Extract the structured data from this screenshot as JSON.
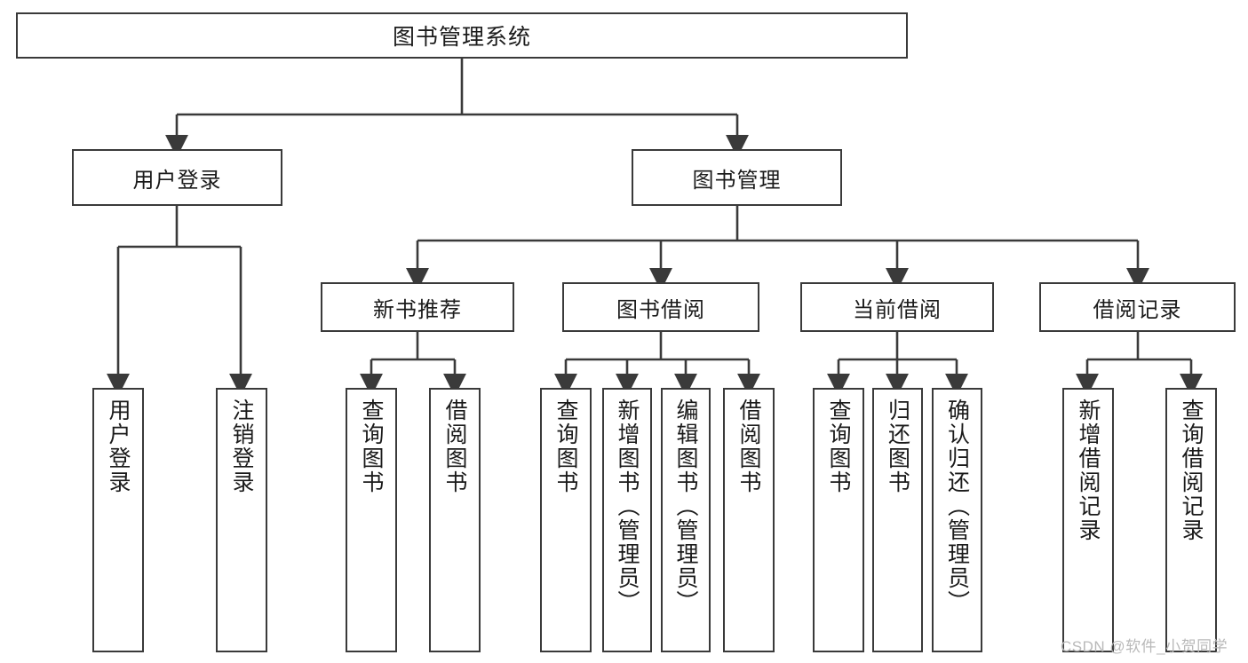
{
  "diagram": {
    "type": "tree",
    "title": "图书管理系统",
    "root": {
      "label": "图书管理系统"
    },
    "level2": [
      {
        "label": "用户登录"
      },
      {
        "label": "图书管理"
      }
    ],
    "level3": [
      {
        "label": "新书推荐"
      },
      {
        "label": "图书借阅"
      },
      {
        "label": "当前借阅"
      },
      {
        "label": "借阅记录"
      }
    ],
    "leaves": {
      "user_login": [
        {
          "label": "用户登录"
        },
        {
          "label": "注销登录"
        }
      ],
      "new_book_recommend": [
        {
          "label": "查询图书"
        },
        {
          "label": "借阅图书"
        }
      ],
      "book_borrow": [
        {
          "label": "查询图书"
        },
        {
          "label": "新增图书（管理员）"
        },
        {
          "label": "编辑图书（管理员）"
        },
        {
          "label": "借阅图书"
        }
      ],
      "current_borrow": [
        {
          "label": "查询图书"
        },
        {
          "label": "归还图书"
        },
        {
          "label": "确认归还（管理员）"
        }
      ],
      "borrow_record": [
        {
          "label": "新增借阅记录"
        },
        {
          "label": "查询借阅记录"
        }
      ]
    },
    "colors": {
      "stroke": "#3a3a3a",
      "fill": "#ffffff",
      "text": "#1b1b1b",
      "watermark": "#b9b9b9"
    }
  },
  "watermark": {
    "text": "CSDN @软件_小贺同学"
  }
}
